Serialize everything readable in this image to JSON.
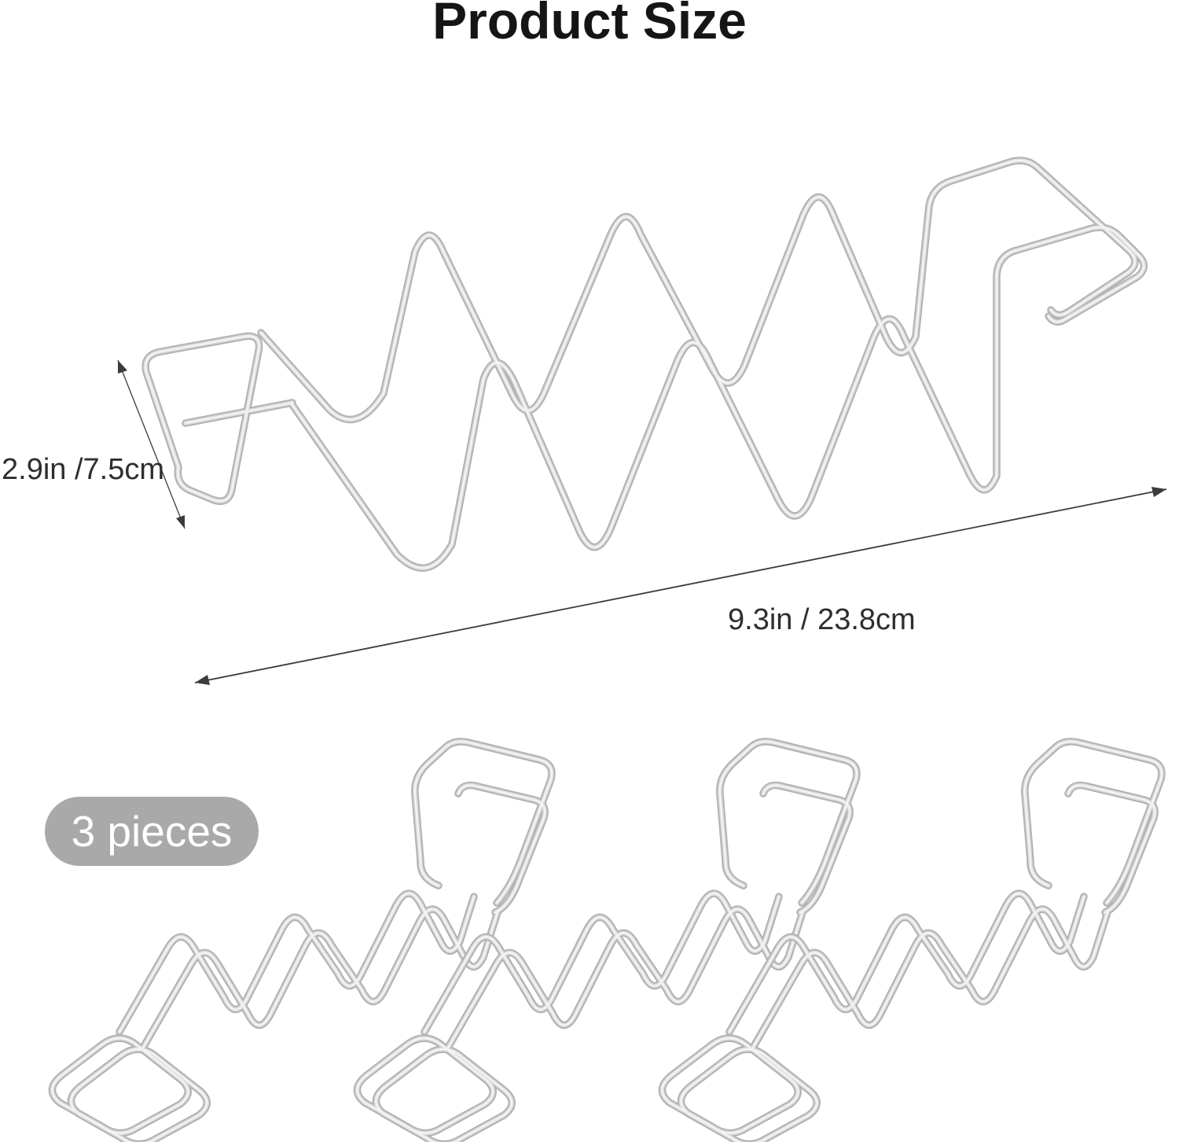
{
  "title": "Product Size",
  "dimensions": {
    "depth_label": "2.9in /7.5cm",
    "length_label": "9.3in / 23.8cm"
  },
  "badge": {
    "label": "3 pieces"
  },
  "illustration": {
    "subject": "wavy-wire-taco-holder-rack",
    "small_racks_shown": 3,
    "colors": {
      "wire": "#b2b2b2",
      "wire_mid": "#d9d9d9",
      "wire_highlight": "#f4f4f4",
      "dimension_line": "#3c3c3c",
      "badge_background": "#a9a9a9",
      "badge_text": "#ffffff",
      "title_text": "#151515",
      "label_text": "#2e2e2e",
      "background": "#ffffff"
    }
  }
}
